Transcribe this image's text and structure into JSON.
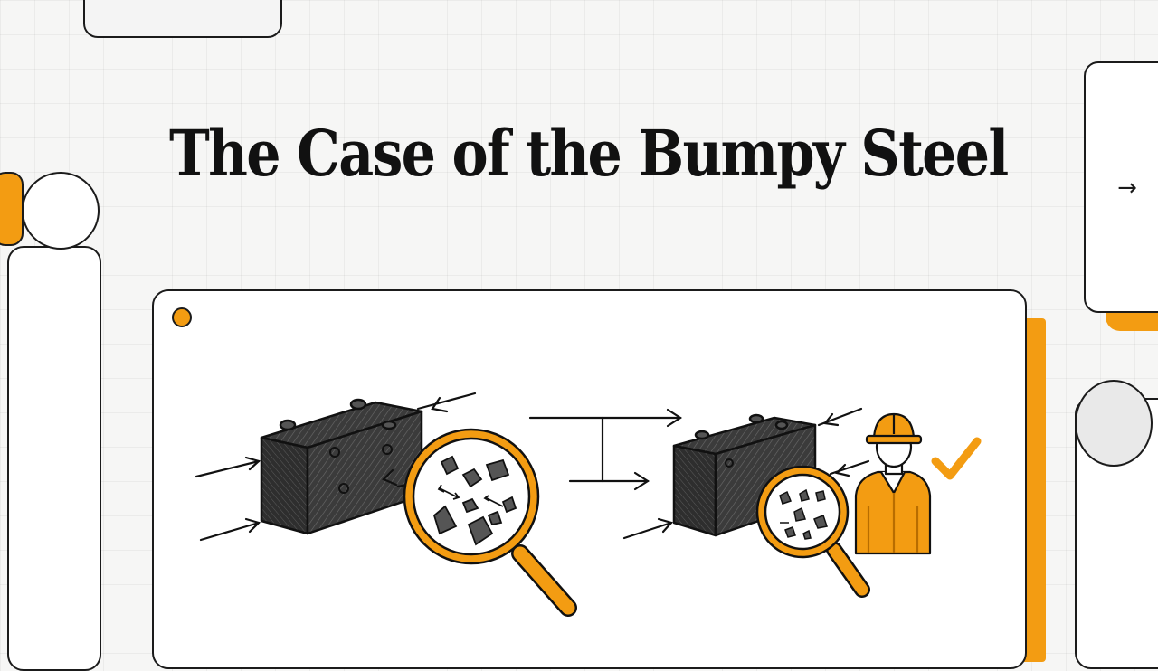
{
  "title": "The Case of the Bumpy Steel",
  "navigation": {
    "next_glyph": "→"
  },
  "colors": {
    "accent": "#f39c12",
    "ink": "#1b1b1b",
    "steel": "#3a3a3a",
    "card": "#ffffff",
    "background": "#f6f6f5"
  },
  "illustration": {
    "left_scene": "steel-block-with-bumps-and-magnifier",
    "right_scene": "steel-block-inspected-by-engineer",
    "icons": [
      "steel-block-icon",
      "magnifying-glass-icon",
      "engineer-icon",
      "hard-hat-icon",
      "checkmark-icon",
      "arrow-right-icon"
    ]
  }
}
